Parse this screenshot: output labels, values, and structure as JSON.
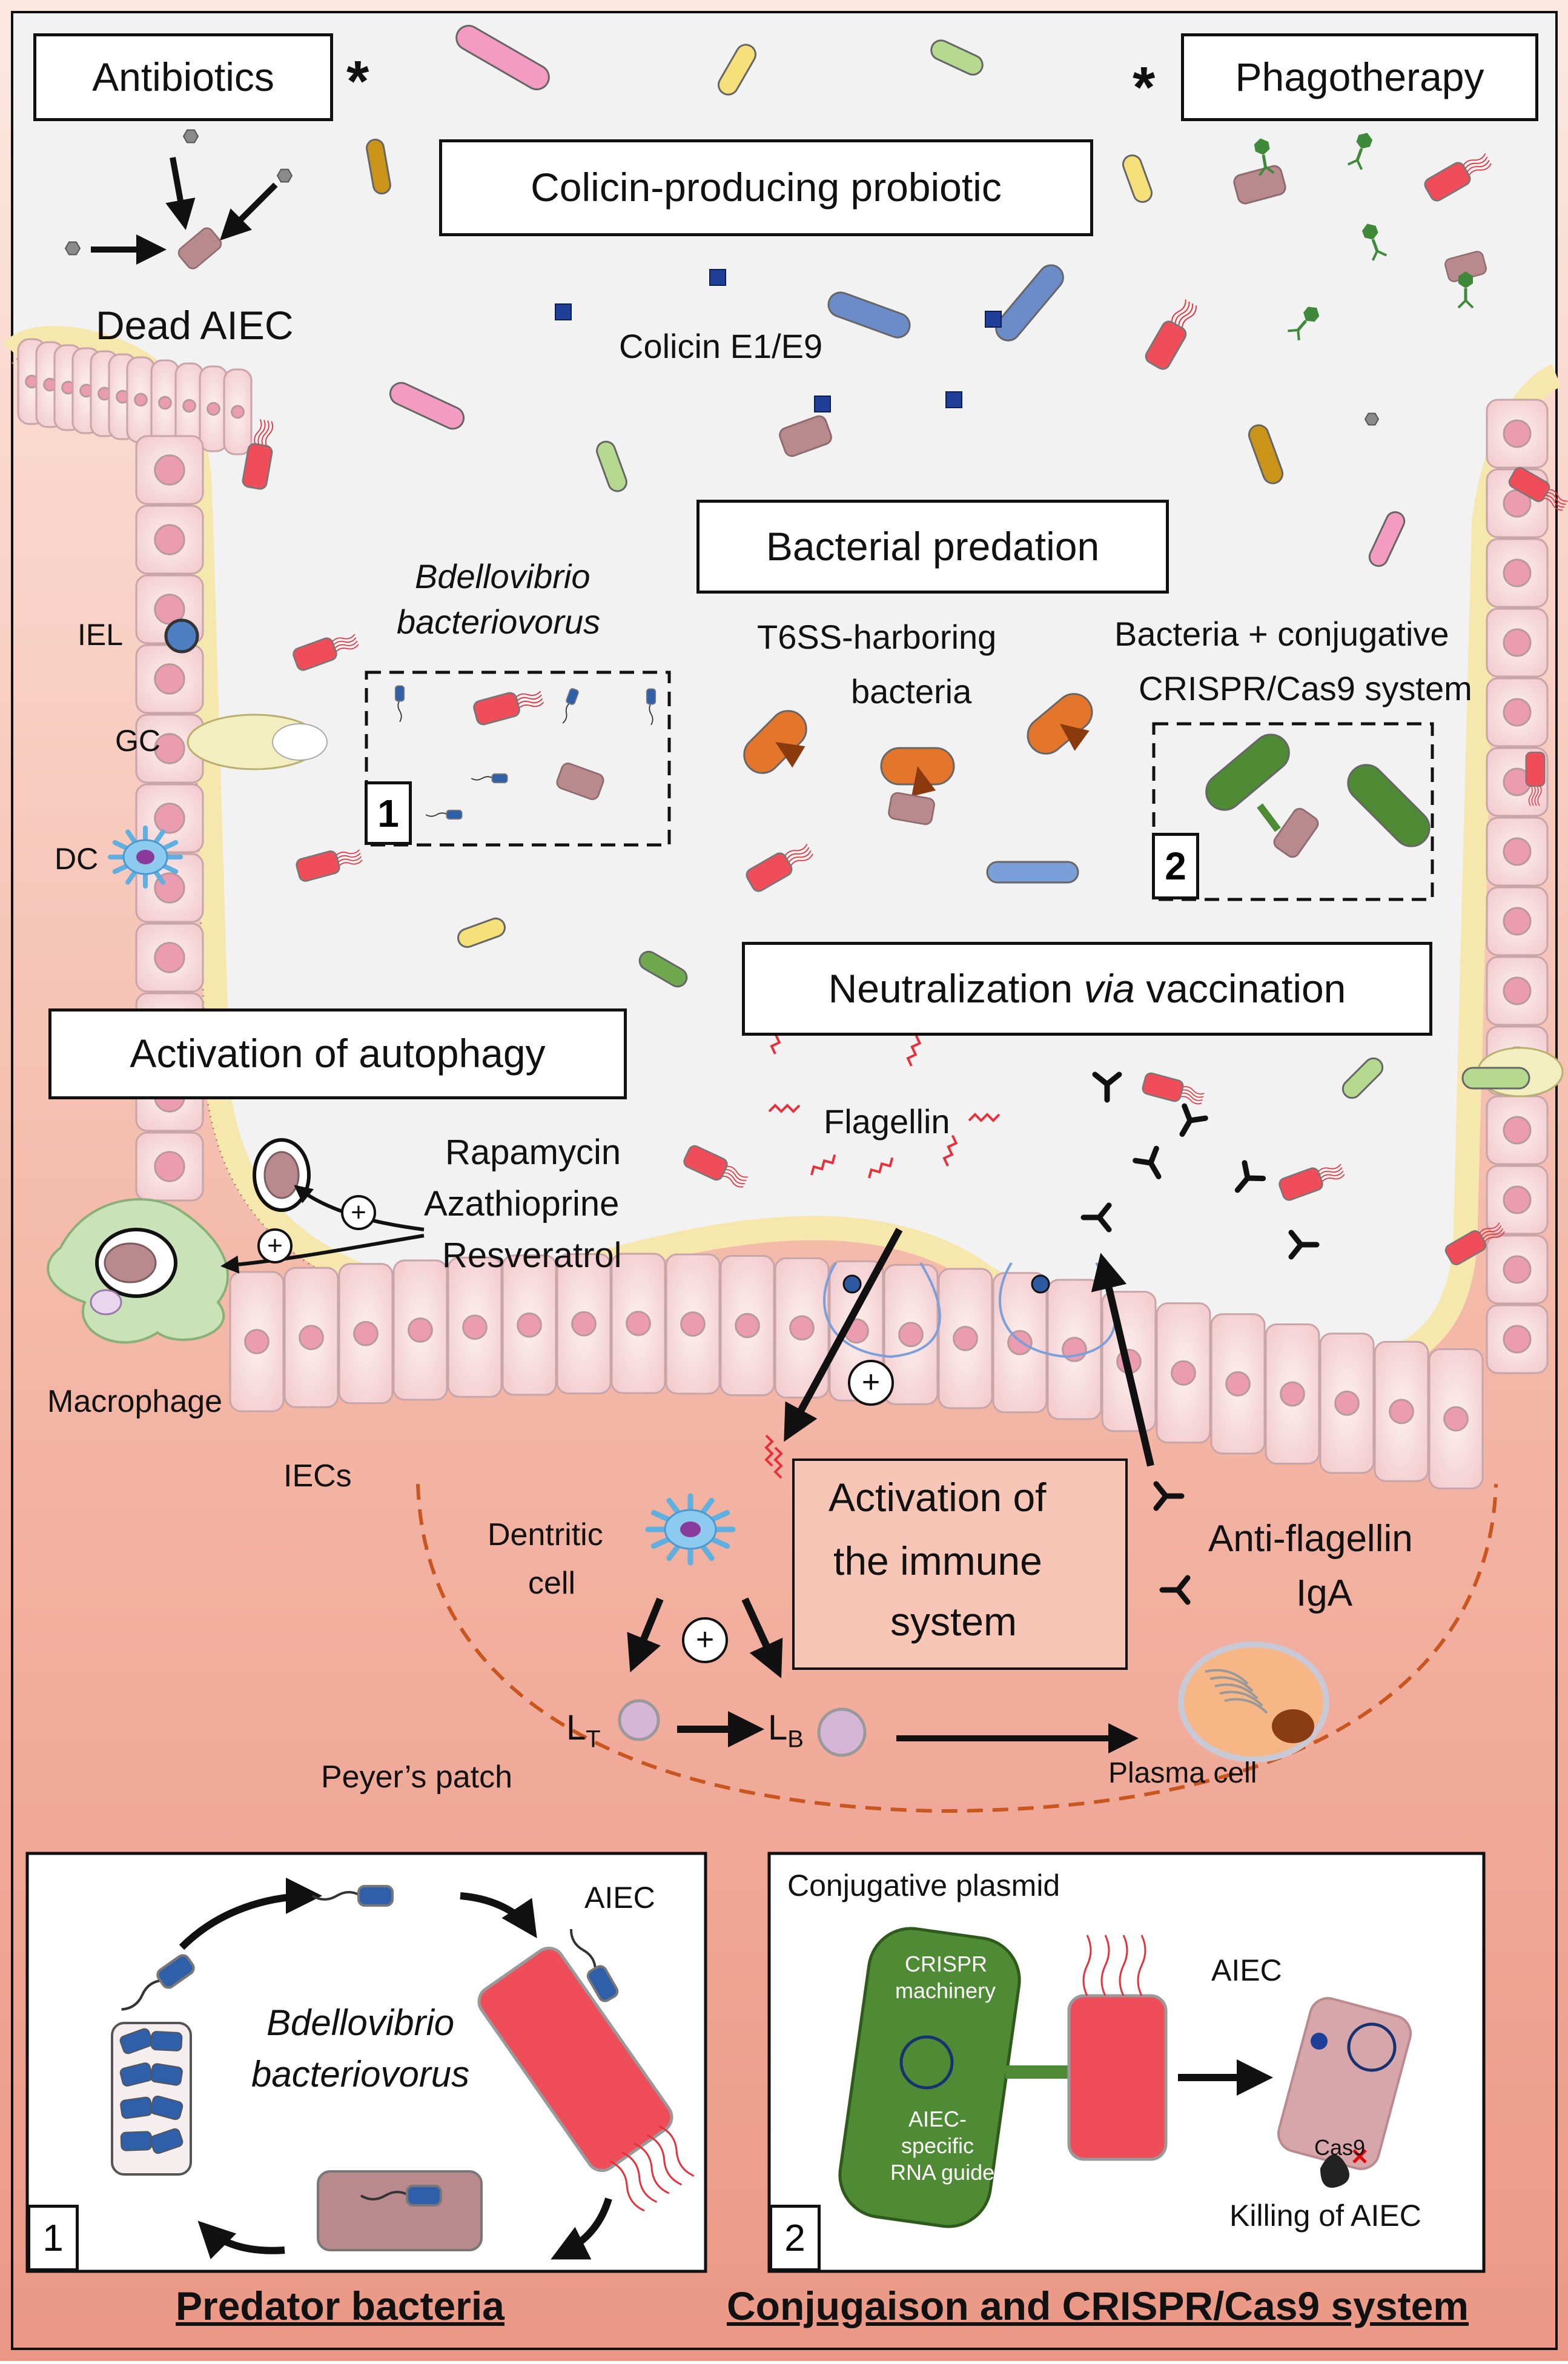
{
  "labels": {
    "antibiotics": "Antibiotics",
    "phagotherapy": "Phagotherapy",
    "colicin_probiotic": "Colicin-producing probiotic",
    "dead_aiec": "Dead AIEC",
    "colicin": "Colicin E1/E9",
    "bacterial_predation": "Bacterial predation",
    "bdellovibrio_1": "Bdellovibrio",
    "bdellovibrio_2": "bacteriovorus",
    "iel": "IEL",
    "gc": "GC",
    "dc": "DC",
    "t6ss_1": "T6SS-harboring",
    "t6ss_2": "bacteria",
    "crispr_1": "Bacteria + conjugative",
    "crispr_2": "CRISPR/Cas9 system",
    "neutralization_a": "Neutralization ",
    "neutralization_via": "via",
    "neutralization_b": " vaccination",
    "autophagy": "Activation of autophagy",
    "flagellin": "Flagellin",
    "rapamycin": "Rapamycin",
    "azathioprine": "Azathioprine",
    "resveratrol": "Resveratrol",
    "macrophage": "Macrophage",
    "iecs": "IECs",
    "dendritic_1": "Dentritic",
    "dendritic_2": "cell",
    "immune_1": "Activation of",
    "immune_2": "the immune",
    "immune_3": "system",
    "anti_flagellin_1": "Anti-flagellin",
    "anti_flagellin_2": "IgA",
    "lt": "L",
    "lt_sub": "T",
    "lb": "L",
    "lb_sub": "B",
    "plasma_cell": "Plasma cell",
    "peyers_patch": "Peyer’s patch",
    "plus": "+",
    "star": "*",
    "box1_number": "1",
    "box2_number": "2",
    "panel1": {
      "aiec": "AIEC",
      "bdello_1": "Bdellovibrio",
      "bdello_2": "bacteriovorus",
      "number": "1",
      "caption": "Predator bacteria"
    },
    "panel2": {
      "title": "Conjugative plasmid",
      "aiec": "AIEC",
      "crispr_1": "CRISPR",
      "crispr_2": "machinery",
      "guide_1": "AIEC-",
      "guide_2": "specific",
      "guide_3": "RNA guide",
      "cas9": "Cas9",
      "killing": "Killing of AIEC",
      "number": "2",
      "caption": "Conjugaison and CRISPR/Cas9 system"
    }
  },
  "colors": {
    "lumen": "#f2f2f2",
    "tissue_top": "#fbe3da",
    "tissue_bottom": "#eea393",
    "mucus": "#f6e7ad",
    "cell": "#f8dcdc",
    "nucleus": "#ec9cb0",
    "aiec": "#ef4d5a",
    "dead_aiec": "#b88a8e",
    "flagellin": "#e8303c",
    "colicin": "#1f3f99",
    "t6ss": "#e4762c",
    "crispr_green": "#4f8a34",
    "bdellovibrio": "#2e5fa8",
    "patch_line": "#c8561e"
  }
}
